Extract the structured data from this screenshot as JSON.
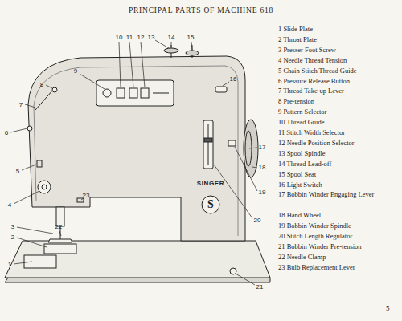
{
  "diagram": {
    "title": "PRINCIPAL PARTS OF MACHINE 618",
    "labels": [
      "1 Slide Plate",
      "2 Throat Plate",
      "3 Presser Foot Screw",
      "4 Needle Thread Tension",
      "5 Chain Stitch Thread Guide",
      "6 Pressure Release Button",
      "7 Thread Take-up Lever",
      "8 Pre-tension",
      "9 Pattern Selector",
      "10 Thread Guide",
      "11 Stitch Width Selector",
      "12 Needle Position Selector",
      "13 Spool Spindle",
      "14 Thread Lead-off",
      "15 Spool Seat",
      "16 Light Switch",
      "17 Bobbin Winder Engaging Lever",
      "18 Hand Wheel",
      "19 Bobbin Winder Spindle",
      "20 Stitch Length Regulator",
      "21 Bobbin Winder Pre-tension",
      "22 Needle Clamp",
      "23 Bulb Replacement Lever",
      "1",
      "2",
      "3",
      "4",
      "5",
      "6",
      "7",
      "8",
      "9",
      "10",
      "11",
      "12",
      "13",
      "14",
      "15",
      "16",
      "17",
      "18",
      "19",
      "20",
      "21",
      "22",
      "23",
      "SINGER",
      "S",
      "5"
    ]
  }
}
